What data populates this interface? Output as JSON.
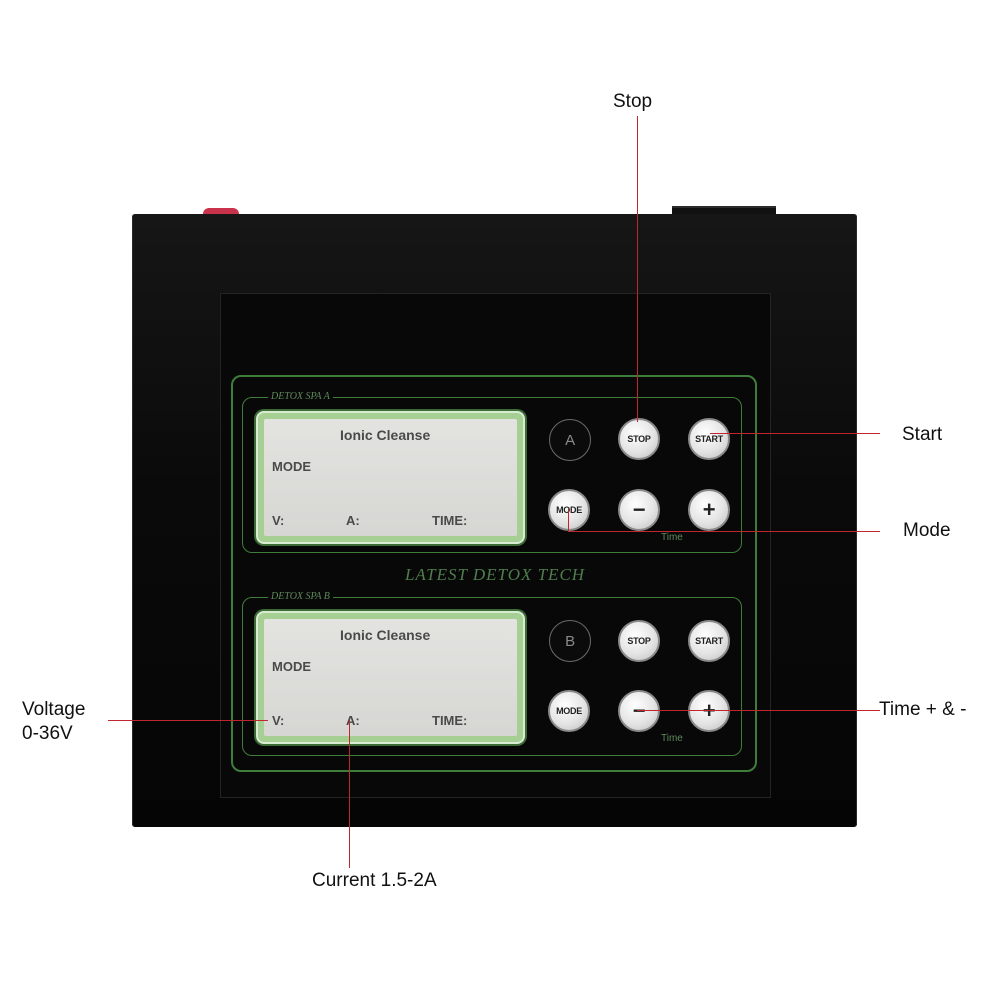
{
  "device": {
    "spa_a_label": "DETOX SPA A",
    "spa_b_label": "DETOX SPA B",
    "center_label": "LATEST DETOX TECH",
    "screens": [
      {
        "title": "Ionic Cleanse",
        "mode": "MODE",
        "v": "V:",
        "a": "A:",
        "time": "TIME:"
      },
      {
        "title": "Ionic Cleanse",
        "mode": "MODE",
        "v": "V:",
        "a": "A:",
        "time": "TIME:"
      }
    ],
    "channel_a": {
      "letter": "A",
      "stop": "STOP",
      "start": "START",
      "mode": "MODE",
      "minus": "−",
      "plus": "+",
      "time": "Time"
    },
    "channel_b": {
      "letter": "B",
      "stop": "STOP",
      "start": "START",
      "mode": "MODE",
      "minus": "−",
      "plus": "+",
      "time": "Time"
    }
  },
  "callouts": {
    "stop": "Stop",
    "start": "Start",
    "mode": "Mode",
    "time": "Time + & -",
    "voltage_line1": "Voltage",
    "voltage_line2": "0-36V",
    "current": "Current 1.5-2A"
  },
  "colors": {
    "panel_green": "#3f7d3a",
    "callout_line": "#c0262e",
    "lcd_bezel": "#a6cf93"
  }
}
